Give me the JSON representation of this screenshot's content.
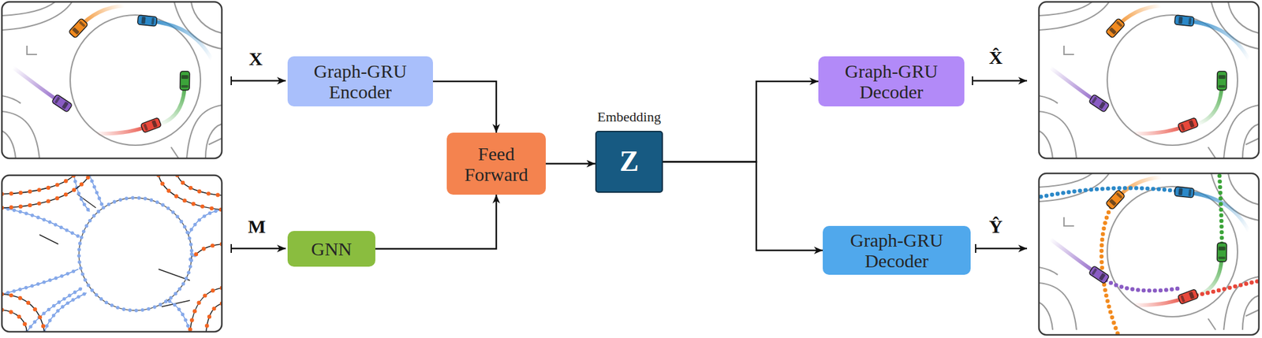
{
  "diagram": {
    "nodes": [
      {
        "text": [
          "Graph-GRU Encoder"
        ]
      },
      {
        "text": [
          "GNN"
        ]
      },
      {
        "text": [
          "Feed Forward"
        ]
      },
      {
        "text": [
          "Embedding",
          "Z"
        ]
      },
      {
        "text": [
          "Graph-GRU Decoder"
        ]
      },
      {
        "text": [
          "Graph-GRU Decoder"
        ]
      }
    ],
    "edges": [
      {
        "from": 0,
        "to": 2,
        "arrow": "to"
      },
      {
        "from": 1,
        "to": 2,
        "arrow": "to"
      },
      {
        "from": 2,
        "to": 3,
        "arrow": "to"
      },
      {
        "from": 3,
        "to": 4,
        "arrow": "to"
      },
      {
        "from": 3,
        "to": 5,
        "arrow": "to"
      }
    ],
    "labels": [
      "X",
      "M",
      "X̂",
      "Ŷ"
    ]
  }
}
